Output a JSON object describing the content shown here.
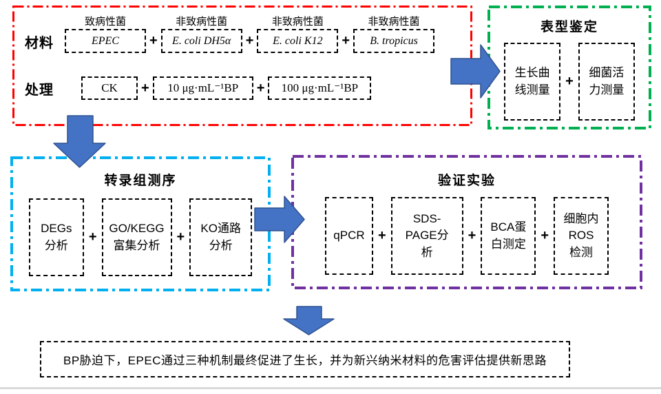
{
  "plus": "+",
  "colors": {
    "red": "#FF0000",
    "green": "#00B050",
    "cyan": "#00B0F0",
    "purple": "#7030A0",
    "arrow_fill": "#4472C4",
    "arrow_stroke": "#2F528F",
    "box_border": "#000000",
    "divider": "#D9D9D9"
  },
  "materials_group": {
    "materials_label": "材料",
    "treatments_label": "处理",
    "materials": [
      {
        "tag": "致病性菌",
        "name": "EPEC"
      },
      {
        "tag": "非致病性菌",
        "name": "E. coli DH5α"
      },
      {
        "tag": "非致病性菌",
        "name": "E. coli K12"
      },
      {
        "tag": "非致病性菌",
        "name": "B. tropicus"
      }
    ],
    "treatments": [
      "CK",
      "10 μg·mL⁻¹BP",
      "100 μg·mL⁻¹BP"
    ]
  },
  "phenotype_group": {
    "title": "表型鉴定",
    "items": [
      "生长曲线测量",
      "细菌活力测量"
    ]
  },
  "transcriptome_group": {
    "title": "转录组测序",
    "items": [
      "DEGs分析",
      "GO/KEGG富集分析",
      "KO通路分析"
    ]
  },
  "validation_group": {
    "title": "验证实验",
    "items": [
      "qPCR",
      "SDS-PAGE分析",
      "BCA蛋白测定",
      "细胞内ROS检测"
    ]
  },
  "conclusion": "BP胁迫下，EPEC通过三种机制最终促进了生长，并为新兴纳米材料的危害评估提供新思路"
}
